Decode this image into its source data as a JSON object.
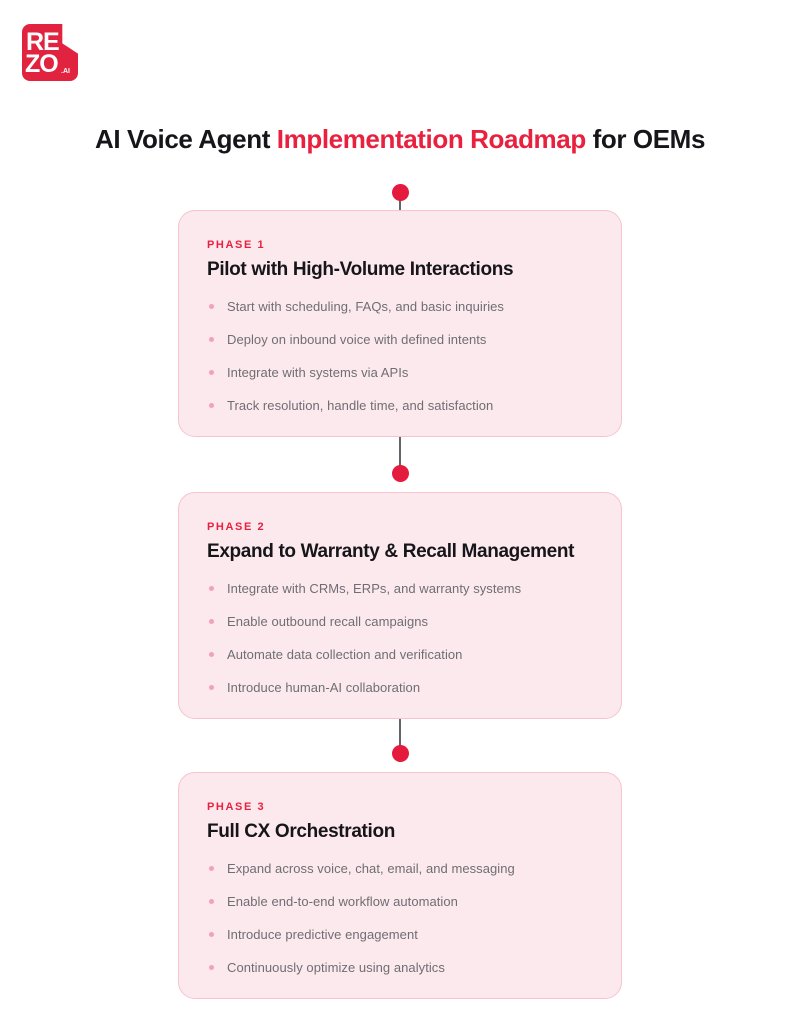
{
  "brand": {
    "logo_name": "rezo-ai-logo",
    "logo_line1": "RE",
    "logo_line2": "ZO",
    "logo_suffix": ".AI",
    "logo_color": "#E1233F"
  },
  "header": {
    "title_part1": "AI Voice Agent ",
    "title_accent": "Implementation Roadmap",
    "title_part2": " for OEMs",
    "accent_color": "#E8213F",
    "title_color": "#16161A"
  },
  "timeline": {
    "line_color": "#636369",
    "dot_color": "#E41B3D",
    "dot_count": 3
  },
  "card_style": {
    "background": "#FCE9EE",
    "border": "#F6C3CF",
    "bullet_color": "#F0A3B4",
    "body_color": "#6E6E73"
  },
  "phases": [
    {
      "label": "PHASE 1",
      "heading": "Pilot with High-Volume Interactions",
      "points": [
        "Start with scheduling, FAQs, and basic inquiries",
        "Deploy on inbound voice with defined intents",
        "Integrate with systems via APIs",
        "Track resolution, handle time, and satisfaction"
      ]
    },
    {
      "label": "PHASE 2",
      "heading": "Expand to Warranty & Recall Management",
      "points": [
        "Integrate with CRMs, ERPs, and warranty systems",
        "Enable outbound recall campaigns",
        "Automate data collection and verification",
        "Introduce human-AI collaboration"
      ]
    },
    {
      "label": "PHASE 3",
      "heading": "Full CX Orchestration",
      "points": [
        "Expand across voice, chat, email, and messaging",
        "Enable end-to-end workflow automation",
        "Introduce predictive engagement",
        "Continuously optimize using analytics"
      ]
    }
  ]
}
